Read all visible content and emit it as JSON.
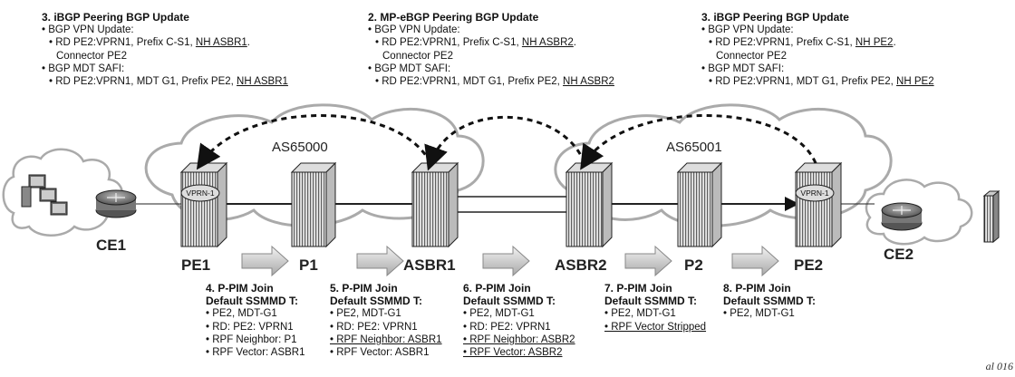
{
  "updates": [
    {
      "title": "3. iBGP Peering BGP Update",
      "vpn_head": "• BGP VPN Update:",
      "vpn_line1": "• RD PE2:VPRN1, Prefix C-S1, ",
      "vpn_nh": "NH ASBR1",
      "vpn_line1_end": ".",
      "vpn_line2": "Connector PE2",
      "mdt_head": "• BGP MDT SAFI:",
      "mdt_line": "• RD PE2:VPRN1, MDT G1, Prefix PE2, ",
      "mdt_nh": "NH ASBR1"
    },
    {
      "title": "2. MP-eBGP Peering BGP Update",
      "vpn_head": "• BGP VPN Update:",
      "vpn_line1": "• RD PE2:VPRN1, Prefix C-S1, ",
      "vpn_nh": "NH ASBR2",
      "vpn_line1_end": ".",
      "vpn_line2": "Connector PE2",
      "mdt_head": "• BGP MDT SAFI:",
      "mdt_line": "• RD PE2:VPRN1, MDT G1, Prefix PE2, ",
      "mdt_nh": "NH ASBR2"
    },
    {
      "title": "3. iBGP Peering BGP Update",
      "vpn_head": "• BGP VPN Update:",
      "vpn_line1": "• RD PE2:VPRN1, Prefix C-S1, ",
      "vpn_nh": "NH PE2",
      "vpn_line1_end": ".",
      "vpn_line2": "Connector PE2",
      "mdt_head": "• BGP MDT SAFI:",
      "mdt_line": "• RD PE2:VPRN1, MDT G1, Prefix PE2, ",
      "mdt_nh": "NH PE2"
    }
  ],
  "as_labels": [
    "AS65000",
    "AS65001"
  ],
  "nodes": {
    "ce1": "CE1",
    "pe1": "PE1",
    "p1": "P1",
    "asbr1": "ASBR1",
    "asbr2": "ASBR2",
    "p2": "P2",
    "pe2": "PE2",
    "ce2": "CE2"
  },
  "vprn_labels": [
    "VPRN-1",
    "VPRN-1"
  ],
  "joins": [
    {
      "title1": "4. P-PIM Join",
      "title2": "Default SSMMD T:",
      "lines": [
        {
          "text": "• PE2, MDT-G1",
          "u": false
        },
        {
          "text": "• RD: PE2: VPRN1",
          "u": false
        },
        {
          "text": "• RPF Neighbor: P1",
          "u": false
        },
        {
          "text": "• RPF Vector: ASBR1",
          "u": false
        }
      ]
    },
    {
      "title1": "5. P-PIM Join",
      "title2": "Default SSMMD T:",
      "lines": [
        {
          "text": "• PE2, MDT-G1",
          "u": false
        },
        {
          "text": "• RD: PE2: VPRN1",
          "u": false
        },
        {
          "text": "• RPF Neighbor: ASBR1",
          "u": true
        },
        {
          "text": "• RPF Vector: ASBR1",
          "u": false
        }
      ]
    },
    {
      "title1": "6. P-PIM Join",
      "title2": "Default SSMMD T:",
      "lines": [
        {
          "text": "• PE2, MDT-G1",
          "u": false
        },
        {
          "text": "• RD: PE2: VPRN1",
          "u": false
        },
        {
          "text": "• RPF Neighbor: ASBR2",
          "u": true
        },
        {
          "text": "• RPF Vector: ASBR2",
          "u": true
        }
      ]
    },
    {
      "title1": "7. P-PIM Join",
      "title2": "Default SSMMD T:",
      "lines": [
        {
          "text": "• PE2, MDT-G1",
          "u": false
        },
        {
          "text": "• RPF Vector Stripped",
          "u": true
        }
      ]
    },
    {
      "title1": "8. P-PIM Join",
      "title2": "Default SSMMD T:",
      "lines": [
        {
          "text": "• PE2, MDT-G1",
          "u": false
        }
      ]
    }
  ],
  "watermark": "al 016"
}
